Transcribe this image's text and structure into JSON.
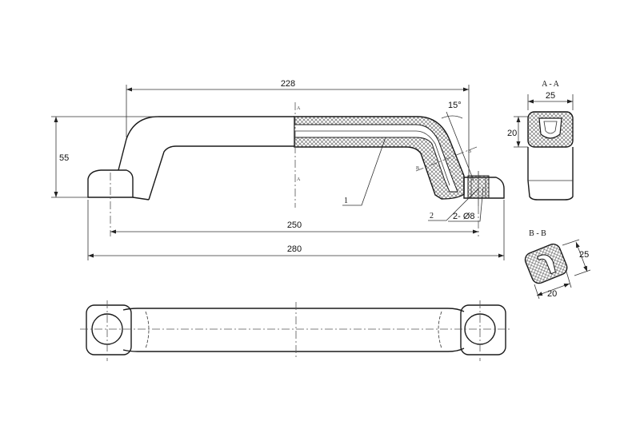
{
  "dimensions": {
    "top_length": "228",
    "angle": "15°",
    "height": "55",
    "hole_spacing": "250",
    "overall_length": "280",
    "holes": "2- Ø8"
  },
  "callouts": {
    "one": "1",
    "two": "2"
  },
  "cut_marks": {
    "a": "A",
    "b": "B"
  },
  "section_aa": {
    "title": "A - A",
    "width": "25",
    "height": "20"
  },
  "section_bb": {
    "title": "B - B",
    "height": "25",
    "width": "20"
  }
}
